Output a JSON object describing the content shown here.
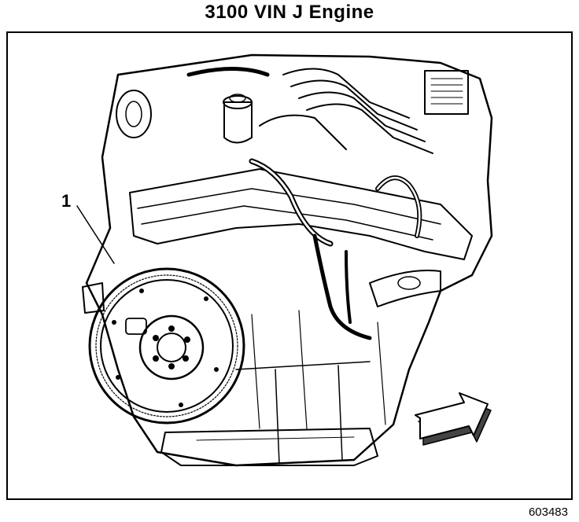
{
  "title": "3100 VIN J Engine",
  "callout": "1",
  "figure_id": "603483",
  "icons": [
    "flywheel-icon",
    "direction-arrow-icon"
  ],
  "colors": {
    "ink": "#000000",
    "paper": "#ffffff",
    "arrow_shadow": "#444444"
  }
}
